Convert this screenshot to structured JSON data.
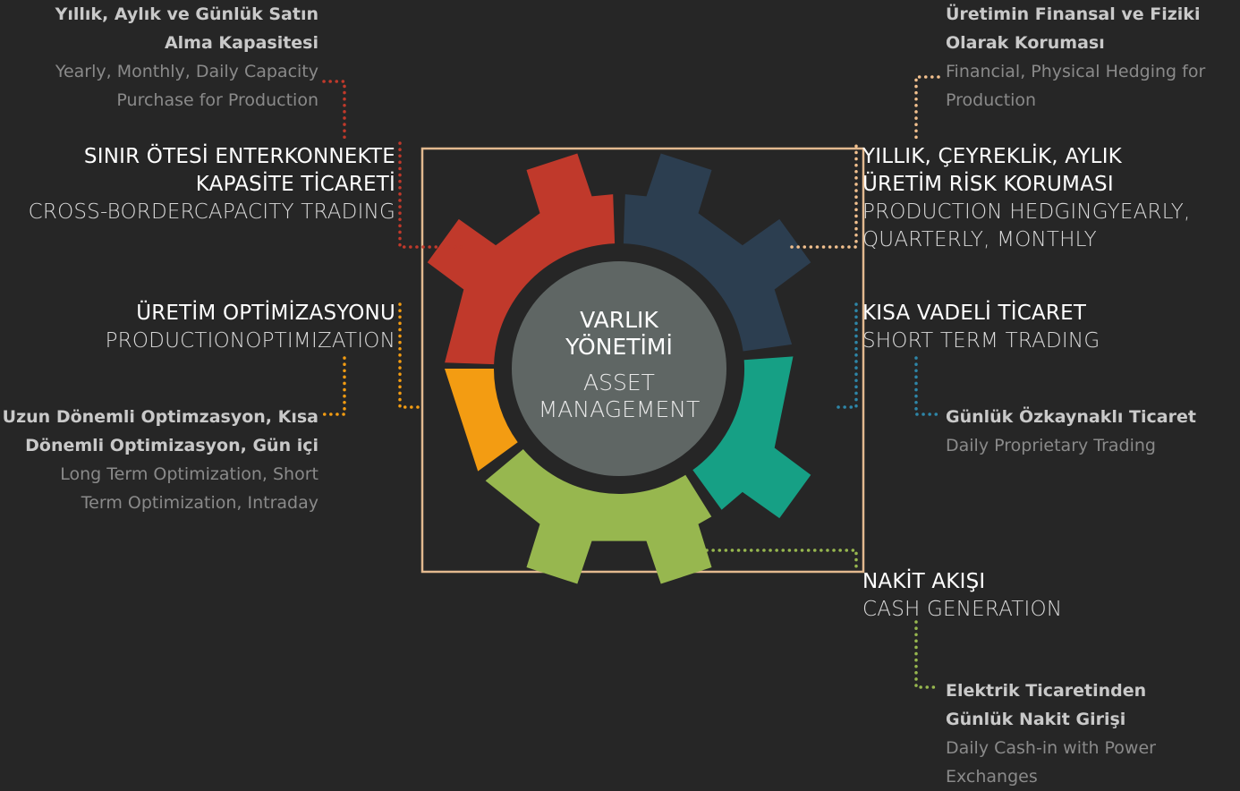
{
  "colors": {
    "background": "#262626",
    "frame": "#e2b98f",
    "red": "#c0392b",
    "navy": "#2c3e50",
    "teal": "#16a085",
    "green": "#97b74f",
    "orange": "#f39c12",
    "center_disc": "#5f6664",
    "peach": "#f2c08e",
    "blue_dots": "#2e86a8"
  },
  "center": {
    "title_tr_line1": "VARLIK",
    "title_tr_line2": "YÖNETİMİ",
    "title_en_line1": "ASSET",
    "title_en_line2": "MANAGEMENT"
  },
  "nodes": {
    "cross_border": {
      "tr_line1": "SINIR ÖTESİ ENTERKONNEKTE",
      "tr_line2": "KAPASİTE TİCARETİ",
      "en": "CROSS-BORDERCAPACITY TRADING"
    },
    "capacity_purchase": {
      "tr_line1": "Yıllık, Aylık ve Günlük Satın",
      "tr_line2": "Alma Kapasitesi",
      "en_line1": "Yearly, Monthly, Daily Capacity",
      "en_line2": "Purchase for Production"
    },
    "production_optimization": {
      "tr": "ÜRETİM OPTİMİZASYONU",
      "en": "PRODUCTIONOPTIMIZATION"
    },
    "optimization_detail": {
      "tr_line1": "Uzun Dönemli Optimzasyon, Kısa",
      "tr_line2": "Dönemli Optimizasyon, Gün içi",
      "en_line1": "Long Term Optimization, Short",
      "en_line2": "Term Optimization, Intraday"
    },
    "hedging_detail": {
      "tr_line1": "Üretimin Finansal ve Fiziki",
      "tr_line2": "Olarak Koruması",
      "en_line1": "Financial, Physical Hedging for",
      "en_line2": "Production"
    },
    "risk_hedging": {
      "tr_line1": "YILLIK, ÇEYREKLİK, AYLIK",
      "tr_line2": "ÜRETİM RİSK KORUMASI",
      "en_line1": "PRODUCTION HEDGINGYEARLY,",
      "en_line2": "QUARTERLY, MONTHLY"
    },
    "short_term_trading": {
      "tr": "KISA VADELİ TİCARET",
      "en": "SHORT TERM TRADING"
    },
    "proprietary_trading": {
      "tr": "Günlük Özkaynaklı Ticaret",
      "en": "Daily Proprietary Trading"
    },
    "cash_generation": {
      "tr": "NAKİT AKIŞI",
      "en": "CASH GENERATION"
    },
    "cash_in": {
      "tr_line1": "Elektrik Ticaretinden",
      "tr_line2": "Günlük Nakit Girişi",
      "en_line1": "Daily Cash-in with Power",
      "en_line2": "Exchanges"
    }
  }
}
